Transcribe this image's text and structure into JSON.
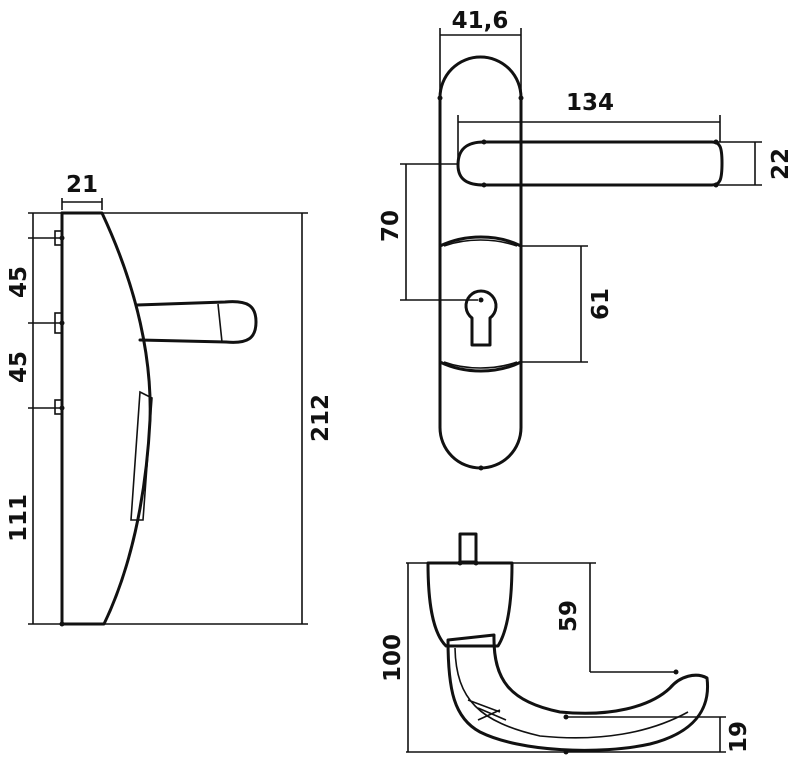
{
  "dimensions": {
    "side_top_width": "21",
    "side_spacing_upper": "45",
    "side_spacing_lower": "45",
    "side_bottom": "111",
    "side_total_height": "212",
    "front_plate_width": "41,6",
    "front_handle_length": "134",
    "front_handle_thickness": "22",
    "front_handle_to_cylinder": "70",
    "front_escutcheon_height": "61",
    "bottom_total_height": "100",
    "bottom_handle_height": "59",
    "bottom_grip_height": "19"
  }
}
